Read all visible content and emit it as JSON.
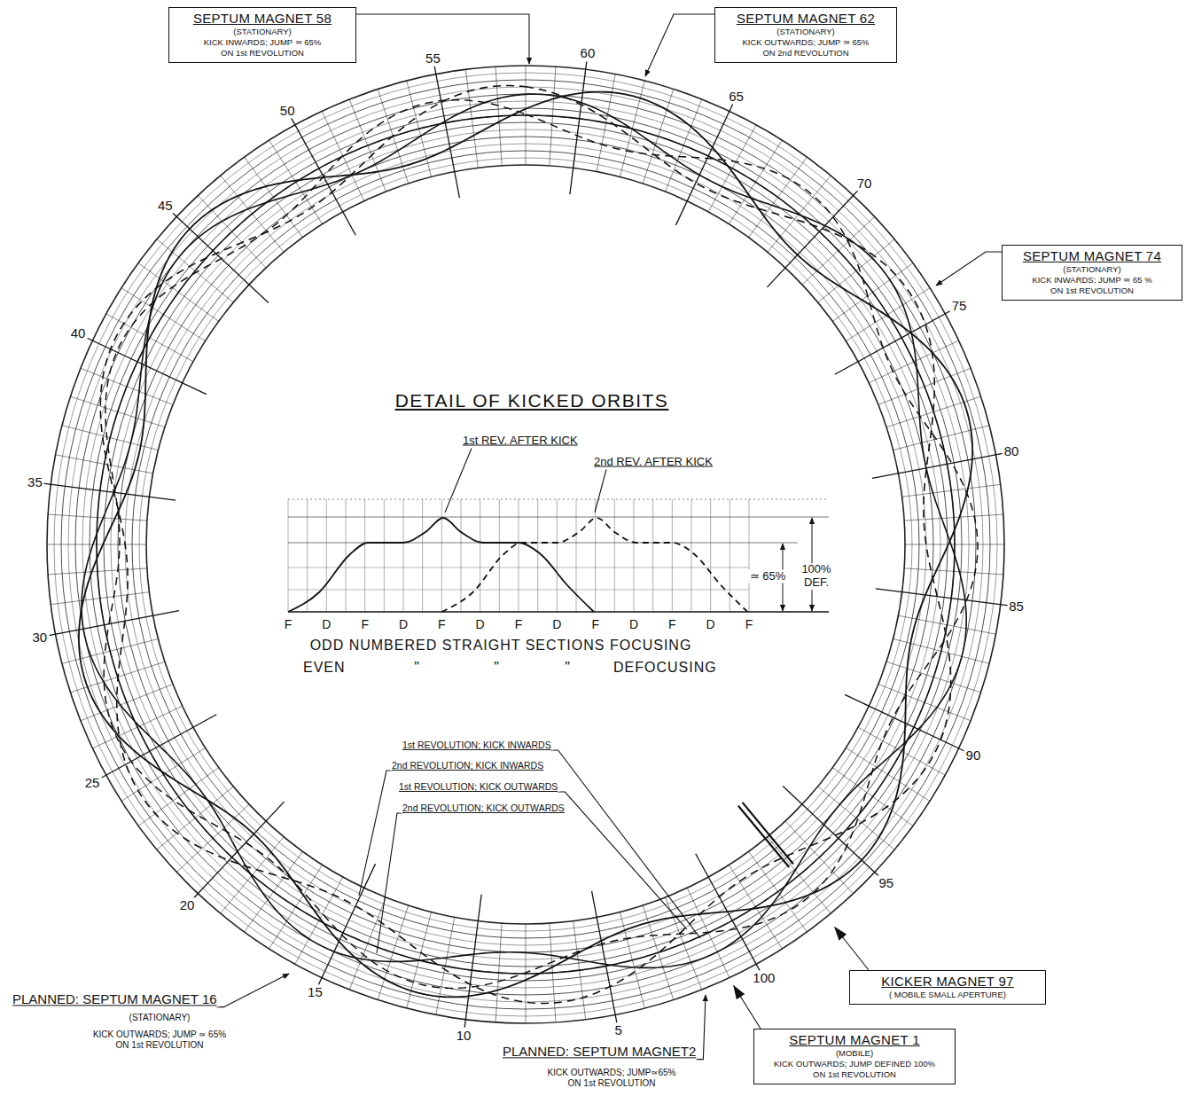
{
  "diagram": {
    "nodes": [
      {
        "text": [
          "SEPTUM MAGNET 58",
          "(STATIONARY)",
          "KICK INWARDS; JUMP ≃ 65% ON 1st REVOLUTION"
        ]
      },
      {
        "text": [
          "SEPTUM MAGNET 62",
          "(STATIONARY)",
          "KICK OUTWARDS; JUMP ≃ 65% ON 2nd REVOLUTION"
        ]
      },
      {
        "text": [
          "SEPTUM MAGNET 74",
          "(STATIONARY)",
          "KICK INWARDS; JUMP ≃ 65 % ON 1st REVOLUTION"
        ]
      },
      {
        "text": [
          "KICKER MAGNET 97",
          "( MOBILE SMALL APERTURE)"
        ]
      },
      {
        "text": [
          "SEPTUM MAGNET 1",
          "(MOBILE)",
          "KICK OUTWARDS; JUMP DEFINED 100% ON 1st REVOLUTION"
        ]
      }
    ],
    "labels": [
      "5",
      "10",
      "15",
      "20",
      "25",
      "30",
      "35",
      "40",
      "45",
      "50",
      "55",
      "60",
      "65",
      "70",
      "75",
      "80",
      "85",
      "90",
      "95",
      "100",
      "DETAIL OF KICKED ORBITS",
      "1st REV. AFTER KICK",
      "2nd REV. AFTER KICK",
      "F",
      "D",
      "F",
      "D",
      "F",
      "D",
      "F",
      "D",
      "F",
      "D",
      "F",
      "D",
      "F",
      "≃ 65%",
      "100% DEF.",
      "ODD NUMBERED STRAIGHT SECTIONS FOCUSING",
      "EVEN",
      "\"",
      "\"",
      "\"",
      "DEFOCUSING",
      "1st REVOLUTION; KICK INWARDS",
      "2nd REVOLUTION; KICK INWARDS",
      "1st REVOLUTION; KICK OUTWARDS",
      "2nd REVOLUTION; KICK OUTWARDS",
      "PLANNED: SEPTUM MAGNET 16",
      "(STATIONARY)",
      "KICK OUTWARDS; JUMP ≃ 65% ON 1st REVOLUTION",
      "PLANNED: SEPTUM MAGNET2",
      "KICK OUTWARDS; JUMP≃65% ON 1st REVOLUTION"
    ]
  }
}
